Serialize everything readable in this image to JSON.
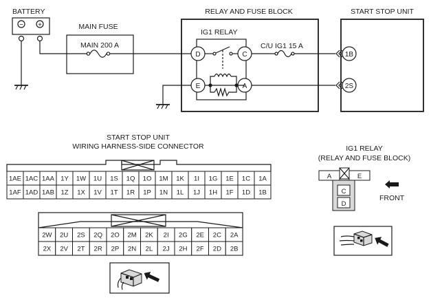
{
  "labels": {
    "battery": "BATTERY",
    "battery_minus": "−",
    "battery_plus": "+",
    "main_fuse": "MAIN FUSE",
    "main_200a": "MAIN 200 A",
    "relay_fuse_block": "RELAY AND FUSE BLOCK",
    "ig1_relay": "IG1 RELAY",
    "cu_ig1": "C/U IG1 15 A",
    "start_stop_unit": "START STOP UNIT",
    "harness_title_1": "START STOP UNIT",
    "harness_title_2": "WIRING HARNESS-SIDE CONNECTOR",
    "ig1_relay_title_1": "IG1 RELAY",
    "ig1_relay_title_2": "(RELAY AND FUSE BLOCK)",
    "front": "FRONT"
  },
  "relay_terminals": {
    "d": "D",
    "c": "C",
    "e": "E",
    "a": "A"
  },
  "unit_terminals": {
    "t1b": "1B",
    "t2s": "2S"
  },
  "connector1": {
    "top": [
      "1AE",
      "1AC",
      "1AA",
      "1Y",
      "1W",
      "1U",
      "1S",
      "1Q",
      "1O",
      "1M",
      "1K",
      "1I",
      "1G",
      "1E",
      "1C",
      "1A"
    ],
    "bottom": [
      "1AF",
      "1AD",
      "1AB",
      "1Z",
      "1X",
      "1V",
      "1T",
      "1R",
      "1P",
      "1N",
      "1L",
      "1J",
      "1H",
      "1F",
      "1D",
      "1B"
    ]
  },
  "connector2": {
    "top": [
      "2W",
      "2U",
      "2S",
      "2Q",
      "2O",
      "2M",
      "2K",
      "2I",
      "2G",
      "2E",
      "2C",
      "2A"
    ],
    "bottom": [
      "2X",
      "2V",
      "2T",
      "2R",
      "2P",
      "2N",
      "2L",
      "2J",
      "2H",
      "2F",
      "2D",
      "2B"
    ]
  },
  "relay_connector": {
    "a": "A",
    "e": "E",
    "c": "C",
    "d": "D"
  }
}
